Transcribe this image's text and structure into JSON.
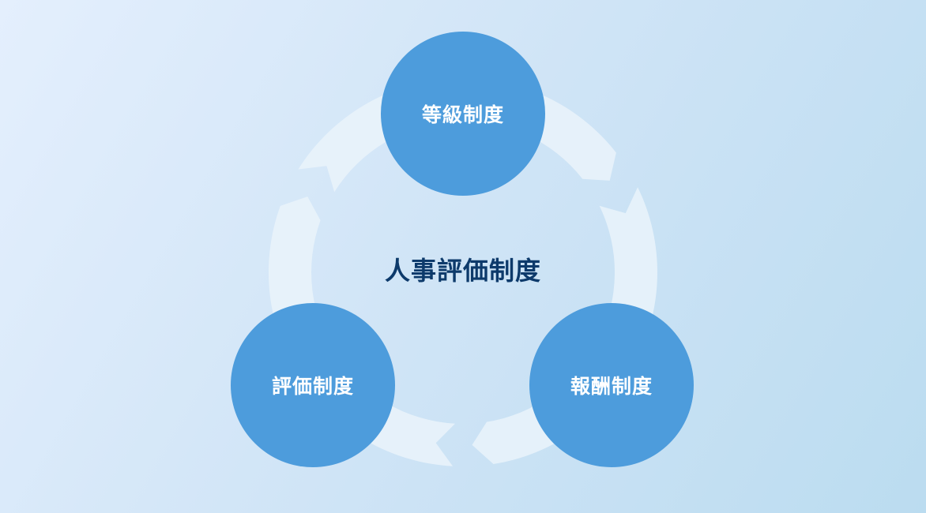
{
  "diagram": {
    "center_label": "人事評価制度",
    "nodes": [
      {
        "label": "等級制度"
      },
      {
        "label": "報酬制度"
      },
      {
        "label": "評価制度"
      }
    ],
    "cycle_direction": "clockwise",
    "colors": {
      "node": "#4d9cdc",
      "center_text": "#0d3a6b",
      "ring": "#eaf3fa"
    }
  }
}
